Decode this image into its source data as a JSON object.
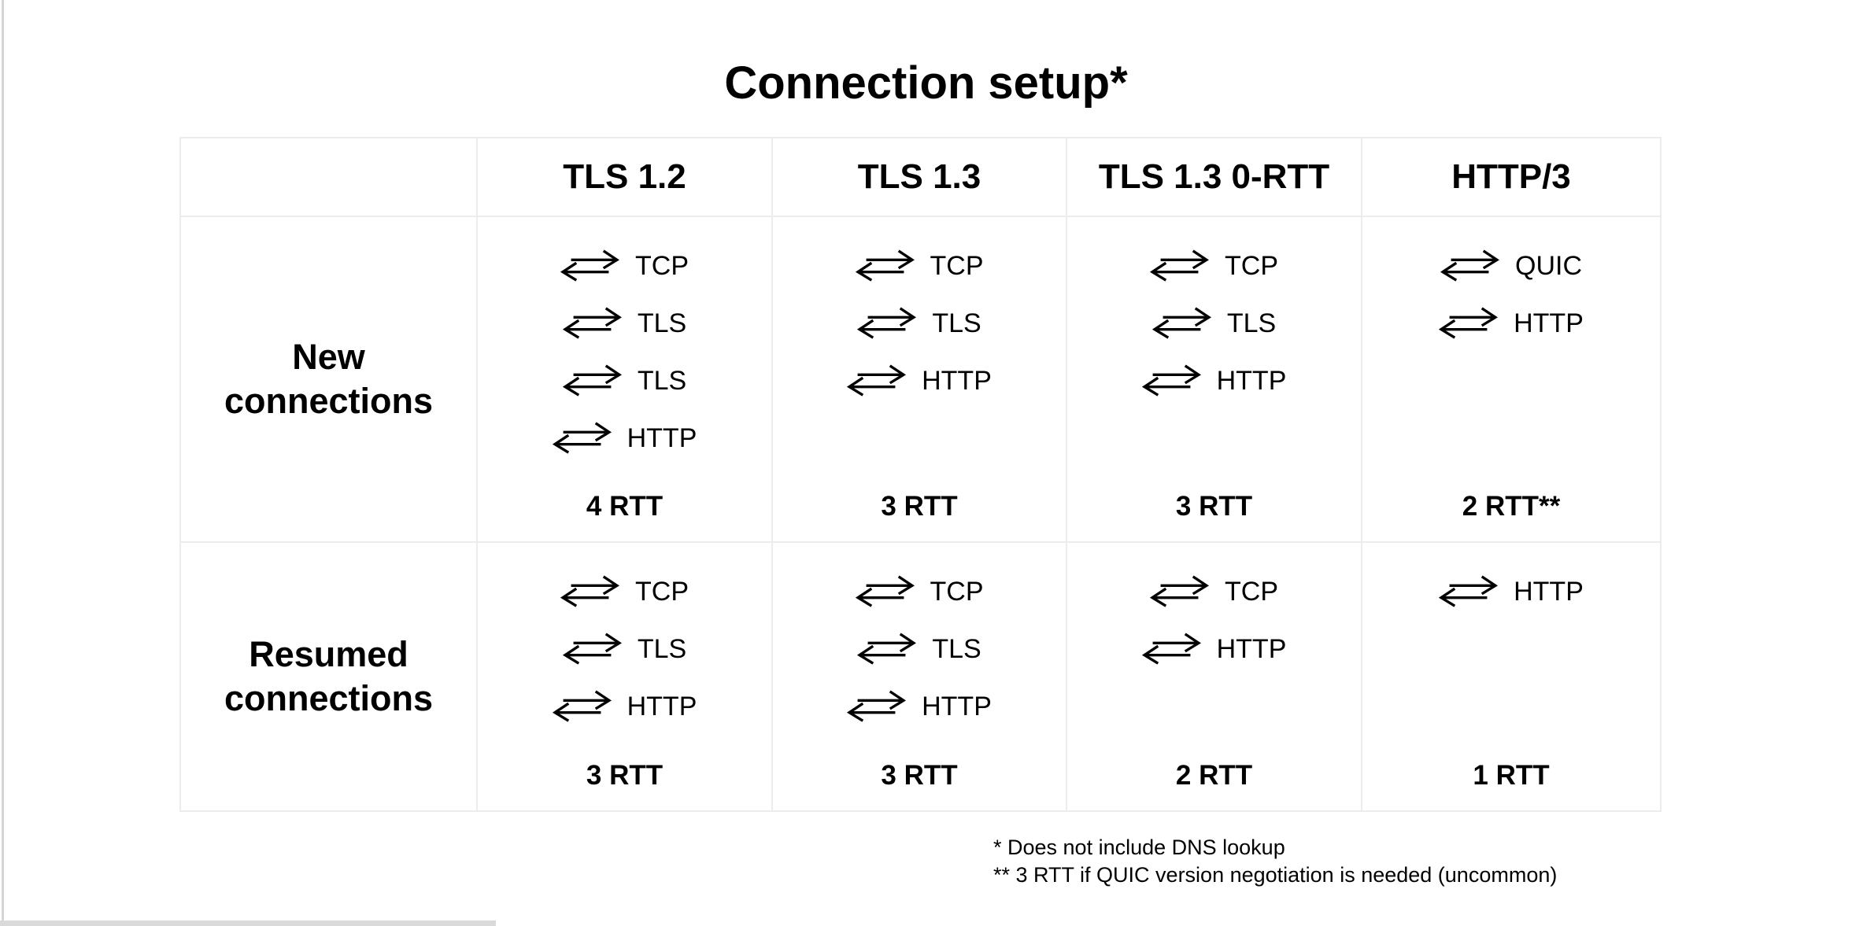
{
  "chart_data": {
    "type": "table",
    "title": "Connection setup*",
    "row_header": "",
    "columns": [
      "TLS 1.2",
      "TLS 1.3",
      "TLS 1.3 0-RTT",
      "HTTP/3"
    ],
    "rows": [
      {
        "label": "New connections",
        "cells": [
          {
            "steps": [
              "TCP",
              "TLS",
              "TLS",
              "HTTP"
            ],
            "rtt": "4 RTT"
          },
          {
            "steps": [
              "TCP",
              "TLS",
              "HTTP"
            ],
            "rtt": "3 RTT"
          },
          {
            "steps": [
              "TCP",
              "TLS",
              "HTTP"
            ],
            "rtt": "3 RTT"
          },
          {
            "steps": [
              "QUIC",
              "HTTP"
            ],
            "rtt": "2 RTT**"
          }
        ]
      },
      {
        "label": "Resumed connections",
        "cells": [
          {
            "steps": [
              "TCP",
              "TLS",
              "HTTP"
            ],
            "rtt": "3 RTT"
          },
          {
            "steps": [
              "TCP",
              "TLS",
              "HTTP"
            ],
            "rtt": "3 RTT"
          },
          {
            "steps": [
              "TCP",
              "HTTP"
            ],
            "rtt": "2 RTT"
          },
          {
            "steps": [
              "HTTP"
            ],
            "rtt": "1 RTT"
          }
        ]
      }
    ],
    "footnotes": [
      "* Does not include DNS lookup",
      "** 3 RTT if QUIC version negotiation is needed (uncommon)"
    ],
    "icon": "exchange-arrows-icon",
    "colors": {
      "text": "#000000",
      "table_border": "#ececec",
      "page_edge": "#d5d5d5"
    },
    "layout_hints": {
      "grid": "on",
      "legend": "none"
    }
  }
}
